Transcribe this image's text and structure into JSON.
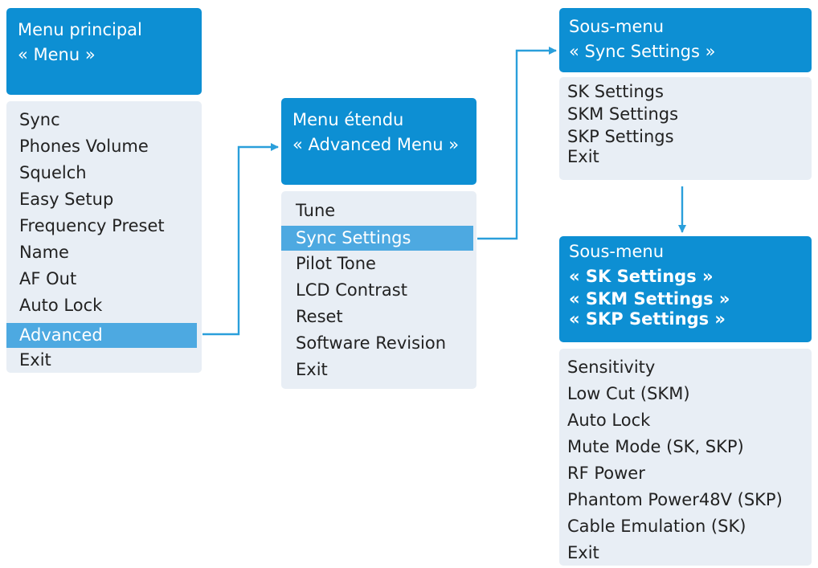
{
  "colors": {
    "header_bg": "#0d8fd3",
    "list_bg": "#e8eef5",
    "highlight_bg": "#4da9e1",
    "arrow": "#2a9fdb"
  },
  "main_menu": {
    "title": "Menu principal",
    "subtitle": "« Menu »",
    "items": [
      "Sync",
      "Phones Volume",
      "Squelch",
      "Easy Setup",
      "Frequency Preset",
      "Name",
      "AF Out",
      "Auto Lock",
      "Advanced",
      "Exit"
    ],
    "selected_index": 8
  },
  "advanced_menu": {
    "title": "Menu étendu",
    "subtitle": "« Advanced Menu »",
    "items": [
      "Tune",
      "Sync Settings",
      "Pilot Tone",
      "LCD Contrast",
      "Reset",
      "Software Revision",
      "Exit"
    ],
    "selected_index": 1
  },
  "sync_submenu": {
    "title": "Sous-menu",
    "subtitle": "« Sync Settings »",
    "items": [
      "SK Settings",
      "SKM Settings",
      "SKP Settings",
      "Exit"
    ]
  },
  "device_submenu": {
    "title": "Sous-menu",
    "subtitles": [
      "« SK Settings »",
      "« SKM Settings »",
      "« SKP Settings »"
    ],
    "items": [
      "Sensitivity",
      "Low Cut (SKM)",
      "Auto Lock",
      "Mute Mode (SK, SKP)",
      "RF Power",
      "Phantom Power48V (SKP)",
      "Cable Emulation (SK)",
      "Exit"
    ]
  }
}
